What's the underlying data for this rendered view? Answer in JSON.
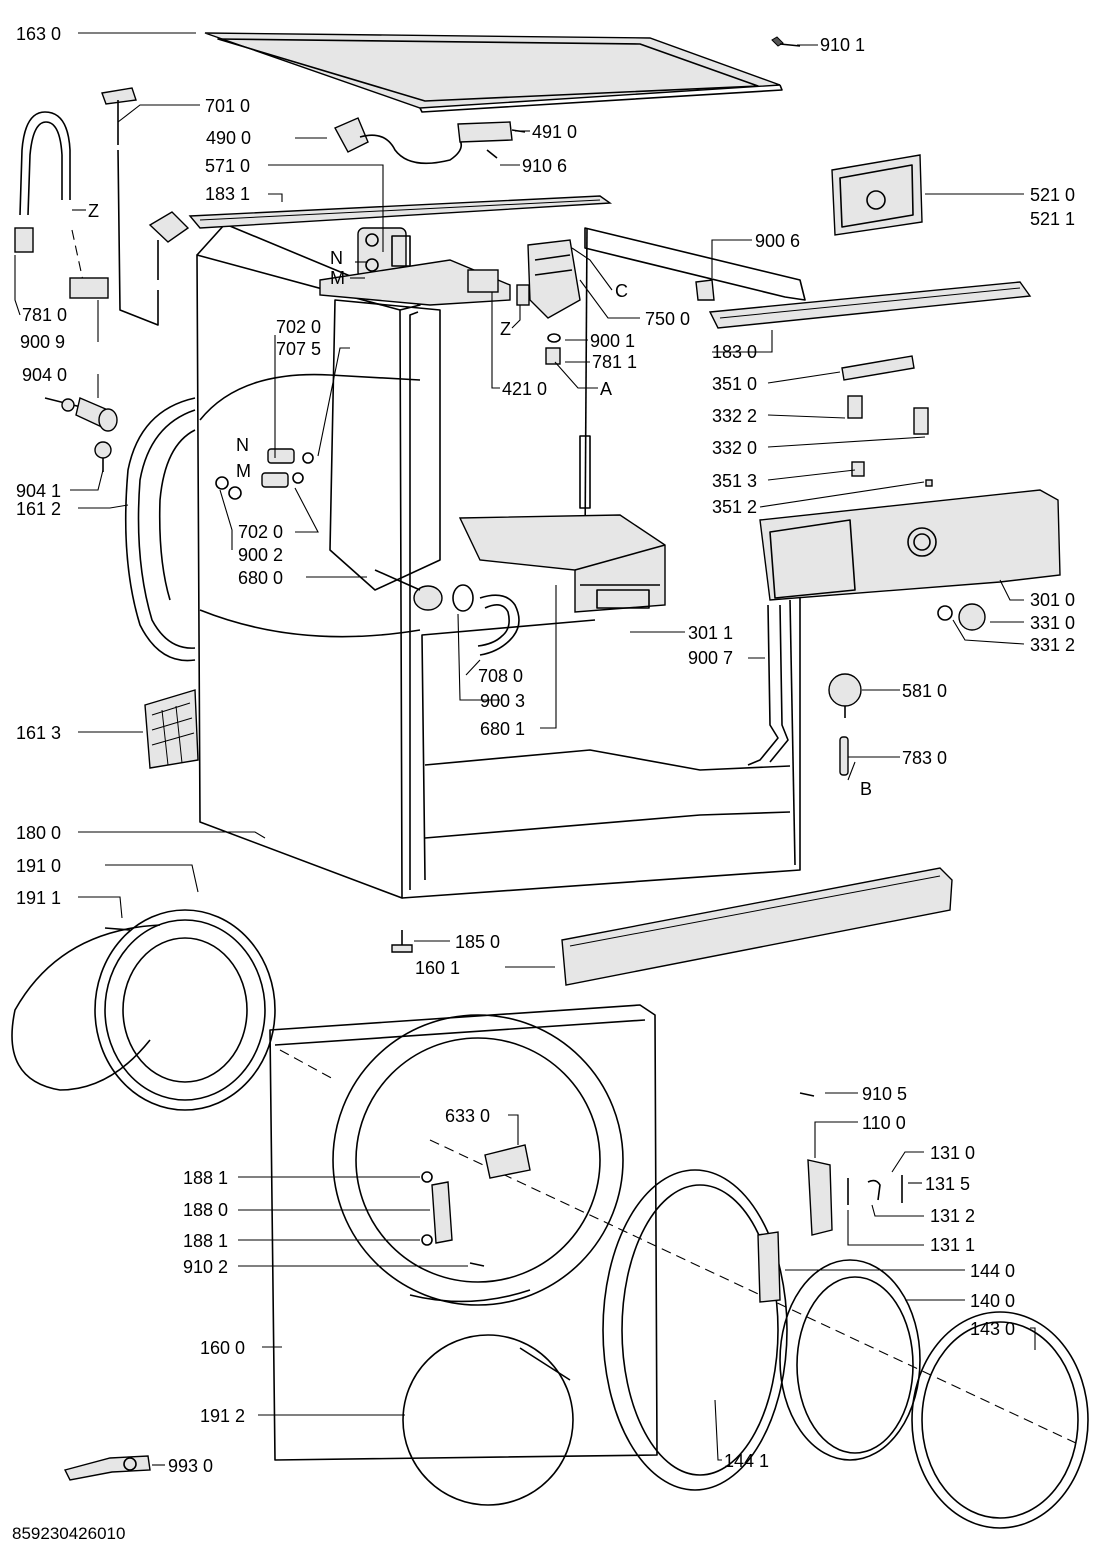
{
  "callouts": [
    {
      "text": "163 0"
    },
    {
      "text": "910 1"
    },
    {
      "text": "701 0"
    },
    {
      "text": "490 0"
    },
    {
      "text": "491 0"
    },
    {
      "text": "571 0"
    },
    {
      "text": "910 6"
    },
    {
      "text": "183 1"
    },
    {
      "text": "521 0"
    },
    {
      "text": "521 1"
    },
    {
      "text": "Z"
    },
    {
      "text": "900 6"
    },
    {
      "text": "N"
    },
    {
      "text": "M"
    },
    {
      "text": "C"
    },
    {
      "text": "750 0"
    },
    {
      "text": "781 0"
    },
    {
      "text": "Z"
    },
    {
      "text": "900 1"
    },
    {
      "text": "183 0"
    },
    {
      "text": "900 9"
    },
    {
      "text": "702 0"
    },
    {
      "text": "781 1"
    },
    {
      "text": "707 5"
    },
    {
      "text": "421 0"
    },
    {
      "text": "A"
    },
    {
      "text": "904 0"
    },
    {
      "text": "351 0"
    },
    {
      "text": "332 2"
    },
    {
      "text": "N"
    },
    {
      "text": "332 0"
    },
    {
      "text": "M"
    },
    {
      "text": "351 3"
    },
    {
      "text": "904 1"
    },
    {
      "text": "161 2"
    },
    {
      "text": "351 2"
    },
    {
      "text": "702 0"
    },
    {
      "text": "900 2"
    },
    {
      "text": "680 0"
    },
    {
      "text": "301 0"
    },
    {
      "text": "331 0"
    },
    {
      "text": "331 2"
    },
    {
      "text": "301 1"
    },
    {
      "text": "900 7"
    },
    {
      "text": "708 0"
    },
    {
      "text": "581 0"
    },
    {
      "text": "900 3"
    },
    {
      "text": "680 1"
    },
    {
      "text": "161 3"
    },
    {
      "text": "783 0"
    },
    {
      "text": "B"
    },
    {
      "text": "180 0"
    },
    {
      "text": "191 0"
    },
    {
      "text": "191 1"
    },
    {
      "text": "185 0"
    },
    {
      "text": "160 1"
    },
    {
      "text": "910 5"
    },
    {
      "text": "633 0"
    },
    {
      "text": "110 0"
    },
    {
      "text": "131 0"
    },
    {
      "text": "188 1"
    },
    {
      "text": "131 5"
    },
    {
      "text": "188 0"
    },
    {
      "text": "131 2"
    },
    {
      "text": "131 1"
    },
    {
      "text": "188 1"
    },
    {
      "text": "910 2"
    },
    {
      "text": "144 0"
    },
    {
      "text": "140 0"
    },
    {
      "text": "143 0"
    },
    {
      "text": "160 0"
    },
    {
      "text": "191 2"
    },
    {
      "text": "144 1"
    },
    {
      "text": "993 0"
    }
  ],
  "document_code": "859230426010"
}
